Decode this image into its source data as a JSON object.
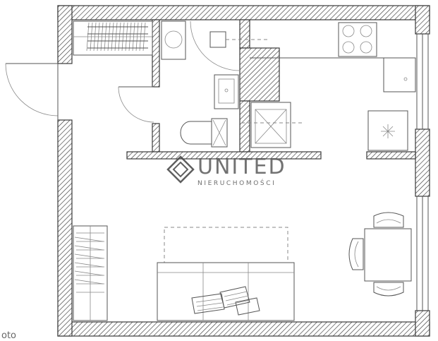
{
  "watermark": {
    "brand_name": "UNITED",
    "brand_sub": "NIERUCHOMOŚCI",
    "site_fragment": "oto"
  },
  "colors": {
    "wall_hatch": "#3a3a3a",
    "line": "#555555",
    "background": "#ffffff"
  }
}
